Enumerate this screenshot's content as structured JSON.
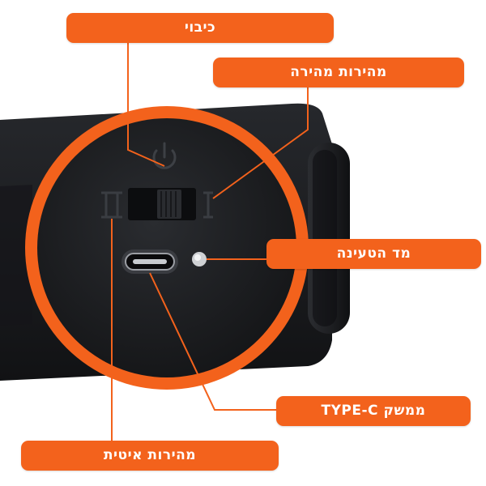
{
  "labels": {
    "power_off": "כיבוי",
    "fast_speed": "מהירות מהירה",
    "charging_indicator": "מד הטעינה",
    "type_c_port": "ממשק TYPE-C",
    "slow_speed": "מהירות איטית"
  },
  "colors": {
    "accent": "#f3621c",
    "device_body": "#1c1e21",
    "label_text": "#ffffff"
  },
  "icons": [
    "power-icon",
    "speed-low-icon",
    "speed-high-icon",
    "usb-c-port",
    "charging-led"
  ]
}
